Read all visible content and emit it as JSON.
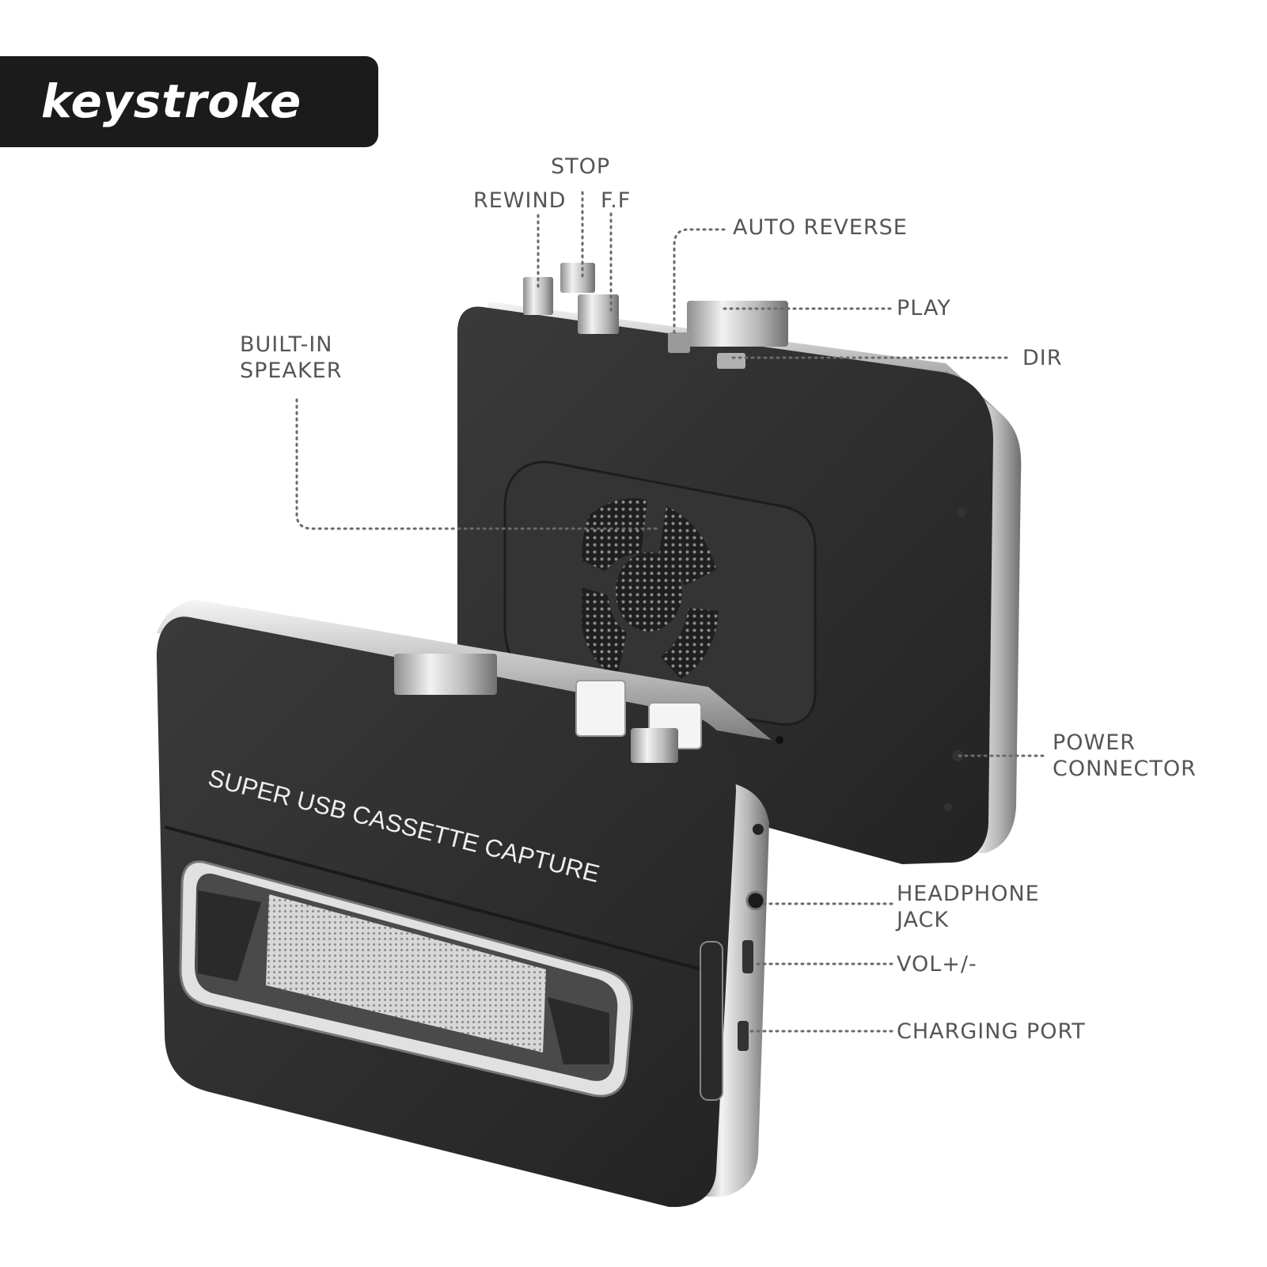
{
  "brand": {
    "logo_text": "keystroke"
  },
  "device": {
    "front_print": "SUPER USB CASSETTE CAPTURE"
  },
  "callouts": {
    "stop": "STOP",
    "rewind": "REWIND",
    "ff": "F.F",
    "auto_reverse": "AUTO REVERSE",
    "play": "PLAY",
    "dir": "DIR",
    "speaker": [
      "BUILT-IN",
      "SPEAKER"
    ],
    "power": [
      "POWER",
      "CONNECTOR"
    ],
    "headphone": [
      "HEADPHONE",
      "JACK"
    ],
    "vol": "VOL+/-",
    "charging": "CHARGING PORT"
  },
  "colors": {
    "label_text": "#555555",
    "leader_dots": "#6a6a6a",
    "body": "#2b2b2b",
    "chrome": "#c9c9c9",
    "brand_bg": "#1b1b1b"
  }
}
